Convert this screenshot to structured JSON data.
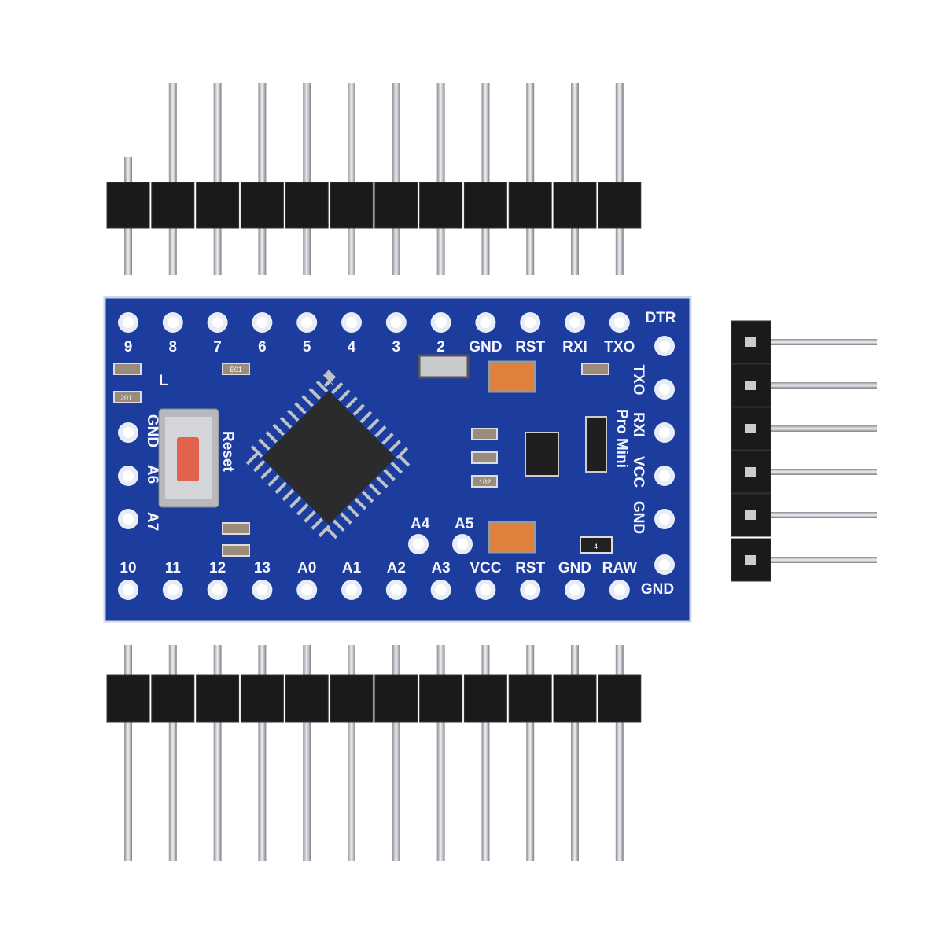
{
  "board": {
    "name": "Pro Mini",
    "reset_label": "Reset",
    "led_label": "L",
    "top_row_labels": [
      "9",
      "8",
      "7",
      "6",
      "5",
      "4",
      "3",
      "2",
      "GND",
      "RST",
      "RXI",
      "TXO"
    ],
    "bottom_row_labels": [
      "10",
      "11",
      "12",
      "13",
      "A0",
      "A1",
      "A2",
      "A3",
      "VCC",
      "RST",
      "GND",
      "RAW"
    ],
    "left_labels": [
      "GND",
      "A6",
      "A7"
    ],
    "right_labels": [
      "DTR",
      "TXO",
      "RXI",
      "VCC",
      "GND",
      "GND"
    ],
    "inner_labels": [
      "A4",
      "A5"
    ],
    "component_markings": [
      "201",
      "E01",
      "102",
      "4"
    ],
    "colors": {
      "pcb": "#1c3c9e",
      "silk": "#f2f4ff",
      "pin": "#b9bcc2",
      "header": "#1a1a1a",
      "tantalum": "#e0803c",
      "button": "#e0614c"
    }
  }
}
